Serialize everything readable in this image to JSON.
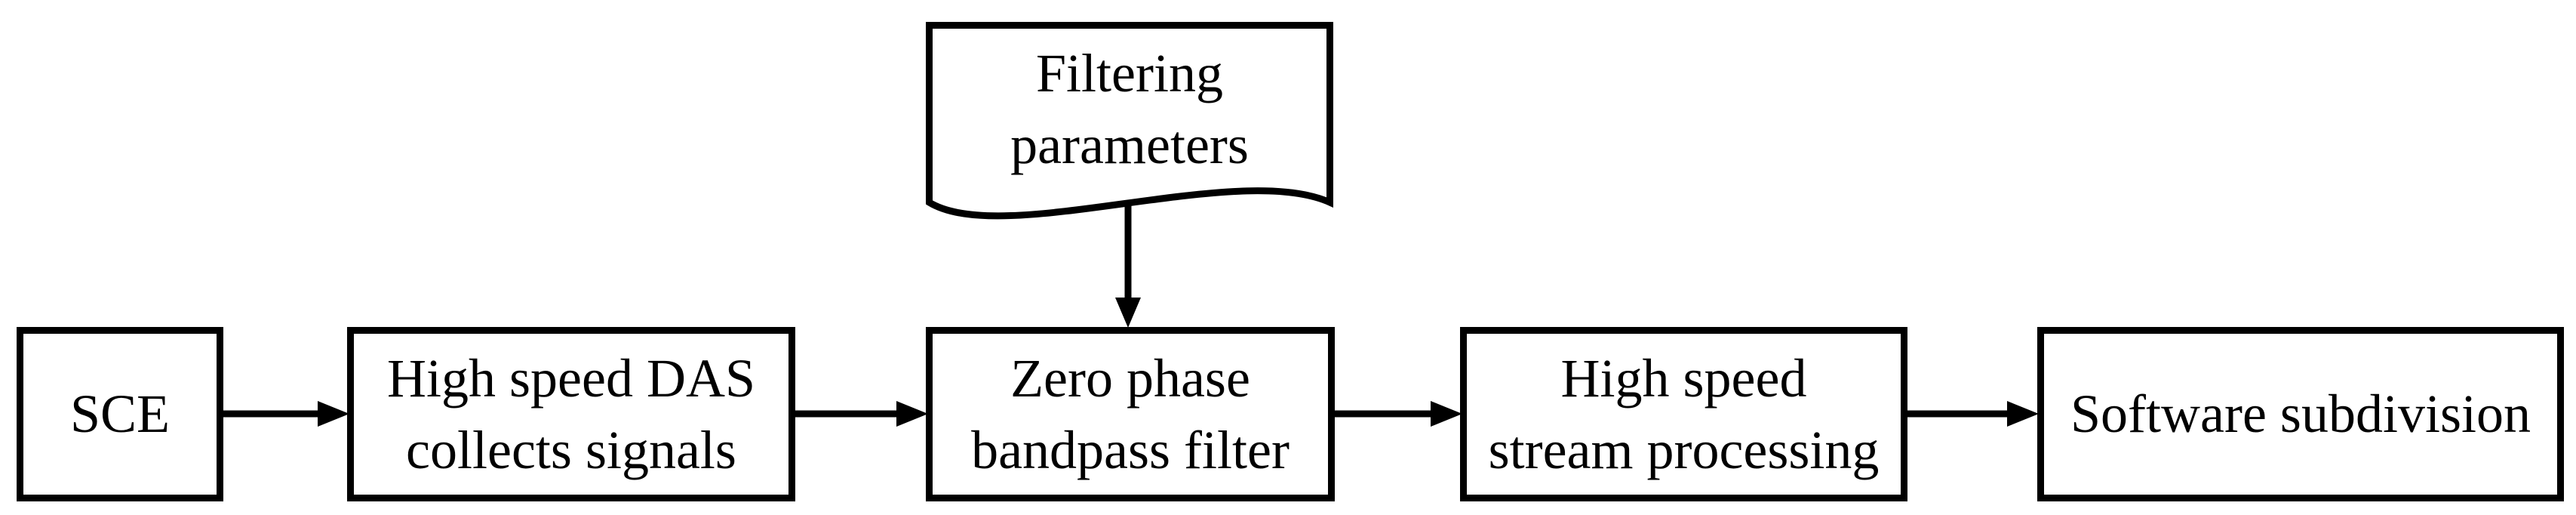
{
  "figure": {
    "type": "flowchart",
    "background_color": "#ffffff",
    "stroke_color": "#000000",
    "nodes": [
      {
        "id": "sce",
        "shape": "process",
        "lines": [
          "SCE"
        ]
      },
      {
        "id": "high-speed-das",
        "shape": "process",
        "lines": [
          "High speed DAS",
          "collects signals"
        ]
      },
      {
        "id": "zero-phase-filter",
        "shape": "process",
        "lines": [
          "Zero phase",
          "bandpass filter"
        ]
      },
      {
        "id": "stream-processing",
        "shape": "process",
        "lines": [
          "High speed",
          "stream processing"
        ]
      },
      {
        "id": "software-subdivision",
        "shape": "process",
        "lines": [
          "Software subdivision"
        ]
      },
      {
        "id": "filtering-parameters",
        "shape": "document",
        "lines": [
          "Filtering",
          "parameters"
        ]
      }
    ],
    "edges": [
      {
        "from": "sce",
        "to": "high-speed-das",
        "direction": "right"
      },
      {
        "from": "high-speed-das",
        "to": "zero-phase-filter",
        "direction": "right"
      },
      {
        "from": "filtering-parameters",
        "to": "zero-phase-filter",
        "direction": "down"
      },
      {
        "from": "zero-phase-filter",
        "to": "stream-processing",
        "direction": "right"
      },
      {
        "from": "stream-processing",
        "to": "software-subdivision",
        "direction": "right"
      }
    ]
  }
}
